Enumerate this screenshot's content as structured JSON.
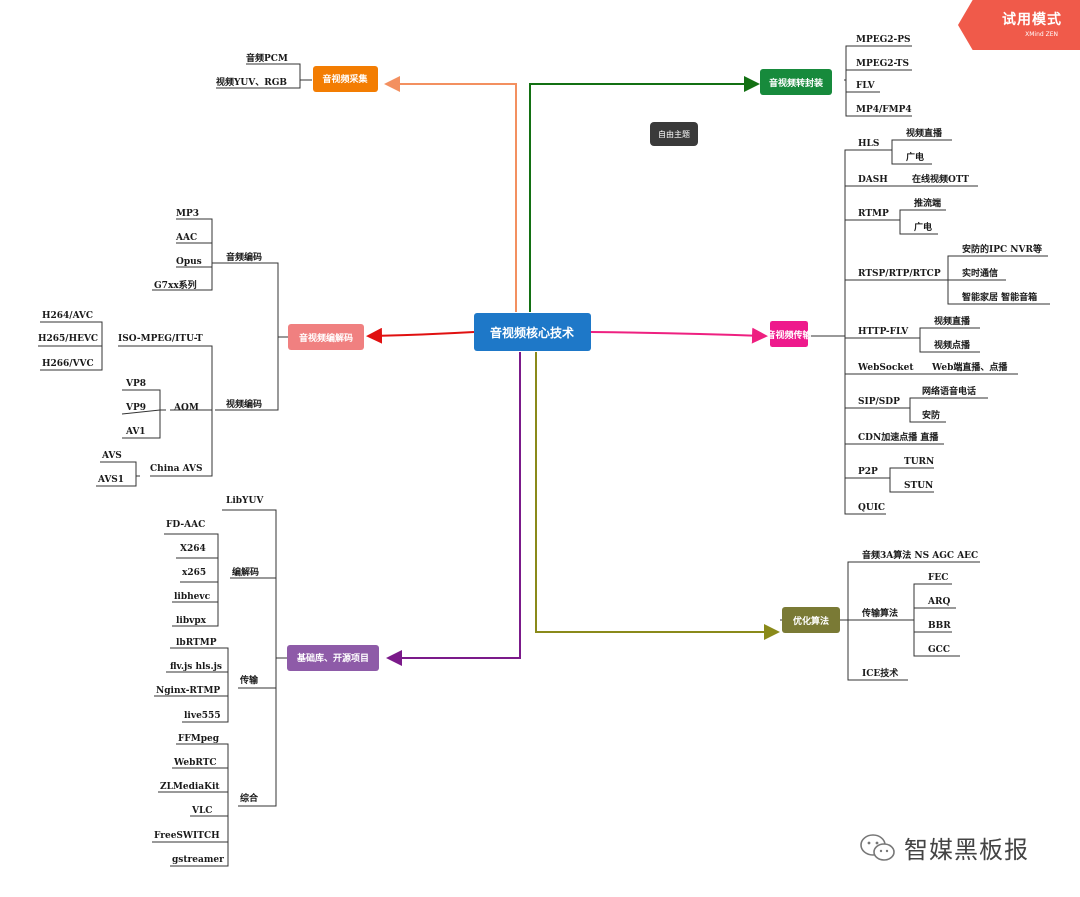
{
  "trial": {
    "title": "试用模式",
    "brand": "XMind ZEN"
  },
  "floating_topic": "自由主题",
  "watermark": "智媒黑板报",
  "center": "音视频核心技术",
  "branches": {
    "capture": {
      "label": "音视频采集",
      "color": "#f37d02",
      "line": "#f39060",
      "items": [
        "音频PCM",
        "视频YUV、RGB"
      ]
    },
    "codec": {
      "label": "音视频编解码",
      "color": "#f08080",
      "line": "#e01010",
      "audio": "音频编码",
      "audio_items": [
        "MP3",
        "AAC",
        "Opus",
        "G7xx系列"
      ],
      "video": "视频编码",
      "iso": "ISO-MPEG/ITU-T",
      "iso_items": [
        "H264/AVC",
        "H265/HEVC",
        "H266/VVC"
      ],
      "aom": "AOM",
      "aom_items": [
        "VP8",
        "VP9",
        "AV1"
      ],
      "china": "China AVS",
      "china_items": [
        "AVS",
        "AVS1"
      ]
    },
    "libs": {
      "label": "基础库、开源项目",
      "color": "#8e5ba8",
      "line": "#7b1a8a",
      "libyuv": "LibYUV",
      "codec": "编解码",
      "codec_items": [
        "FD-AAC",
        "X264",
        "x265",
        "libhevc",
        "libvpx"
      ],
      "transport": "传输",
      "transport_items": [
        "lbRTMP",
        "flv.js hls.js",
        "Nginx-RTMP",
        "live555"
      ],
      "general": "综合",
      "general_items": [
        "FFMpeg",
        "WebRTC",
        "ZLMediaKit",
        "VLC",
        "FreeSWITCH",
        "gstreamer"
      ]
    },
    "container": {
      "label": "音视频转封装",
      "color": "#178a3c",
      "line": "#137013",
      "items": [
        "MPEG2-PS",
        "MPEG2-TS",
        "FLV",
        "MP4/FMP4"
      ]
    },
    "transport": {
      "label": "音视频传输",
      "color": "#ee1a8c",
      "line": "#ee2080",
      "hls": "HLS",
      "hls_items": [
        "视频直播",
        "广电"
      ],
      "dash": "DASH",
      "dash_item": "在线视频OTT",
      "rtmp": "RTMP",
      "rtmp_items": [
        "推流端",
        "广电"
      ],
      "rtsp": "RTSP/RTP/RTCP",
      "rtsp_items": [
        "安防的IPC NVR等",
        "实时通信",
        "智能家居 智能音箱"
      ],
      "httpflv": "HTTP-FLV",
      "httpflv_items": [
        "视频直播",
        "视频点播"
      ],
      "websocket": "WebSocket",
      "websocket_item": "Web端直播、点播",
      "sip": "SIP/SDP",
      "sip_items": [
        "网络语音电话",
        "安防"
      ],
      "cdn": "CDN加速点播 直播",
      "p2p": "P2P",
      "p2p_items": [
        "TURN",
        "STUN"
      ],
      "quic": "QUIC"
    },
    "optimize": {
      "label": "优化算法",
      "color": "#7a7a35",
      "line": "#8a8a1a",
      "audio3a": "音频3A算法 NS AGC AEC",
      "trans": "传输算法",
      "trans_items": [
        "FEC",
        "ARQ",
        "BBR",
        "GCC"
      ],
      "ice": "ICE技术"
    }
  }
}
